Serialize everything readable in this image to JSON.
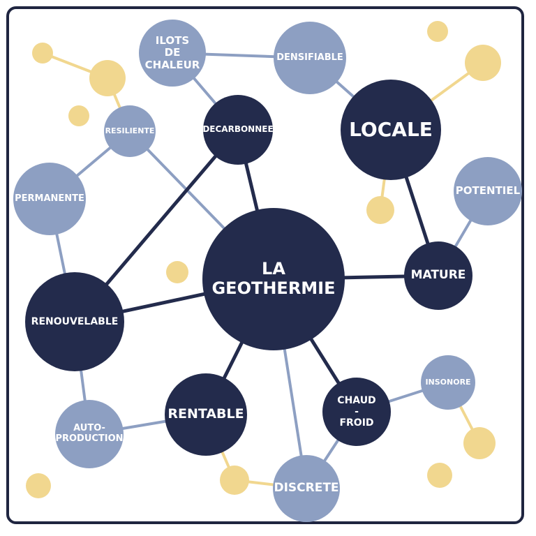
{
  "diagram": {
    "colors": {
      "dark": "#232b4c",
      "light": "#8d9fc2",
      "dot": "#f1d78f",
      "frame": "#1f2540"
    },
    "nodes": [
      {
        "id": "center",
        "label": "LA\nGEOTHERMIE",
        "tone": "dark"
      },
      {
        "id": "locale",
        "label": "LOCALE",
        "tone": "dark"
      },
      {
        "id": "decarbonnee",
        "label": "DECARBONNEE",
        "tone": "dark"
      },
      {
        "id": "renouvelable",
        "label": "RENOUVELABLE",
        "tone": "dark"
      },
      {
        "id": "mature",
        "label": "MATURE",
        "tone": "dark"
      },
      {
        "id": "rentable",
        "label": "RENTABLE",
        "tone": "dark"
      },
      {
        "id": "chaud-froid",
        "label": "CHAUD\n-\nFROID",
        "tone": "dark"
      },
      {
        "id": "ilots",
        "label": "ILOTS\nDE\nCHALEUR",
        "tone": "light"
      },
      {
        "id": "densifiable",
        "label": "DENSIFIABLE",
        "tone": "light"
      },
      {
        "id": "resiliente",
        "label": "RESILIENTE",
        "tone": "light"
      },
      {
        "id": "permanente",
        "label": "PERMANENTE",
        "tone": "light"
      },
      {
        "id": "potentiel",
        "label": "POTENTIEL",
        "tone": "light"
      },
      {
        "id": "insonore",
        "label": "INSONORE",
        "tone": "light"
      },
      {
        "id": "autoproduction",
        "label": "AUTO-\nPRODUCTION",
        "tone": "light"
      },
      {
        "id": "discrete",
        "label": "DISCRETE",
        "tone": "light"
      }
    ],
    "edges": [
      {
        "from": "center",
        "to": "decarbonnee",
        "tone": "dark"
      },
      {
        "from": "center",
        "to": "renouvelable",
        "tone": "dark"
      },
      {
        "from": "center",
        "to": "mature",
        "tone": "dark"
      },
      {
        "from": "center",
        "to": "rentable",
        "tone": "dark"
      },
      {
        "from": "center",
        "to": "chaud-froid",
        "tone": "dark"
      },
      {
        "from": "center",
        "to": "discrete",
        "tone": "light"
      },
      {
        "from": "center",
        "to": "resiliente",
        "tone": "light"
      },
      {
        "from": "decarbonnee",
        "to": "renouvelable",
        "tone": "dark"
      },
      {
        "from": "decarbonnee",
        "to": "ilots",
        "tone": "light"
      },
      {
        "from": "locale",
        "to": "mature",
        "tone": "dark"
      },
      {
        "from": "locale",
        "to": "densifiable",
        "tone": "light"
      },
      {
        "from": "ilots",
        "to": "densifiable",
        "tone": "light"
      },
      {
        "from": "mature",
        "to": "potentiel",
        "tone": "light"
      },
      {
        "from": "resiliente",
        "to": "permanente",
        "tone": "light"
      },
      {
        "from": "permanente",
        "to": "renouvelable",
        "tone": "light"
      },
      {
        "from": "renouvelable",
        "to": "autoproduction",
        "tone": "light"
      },
      {
        "from": "rentable",
        "to": "autoproduction",
        "tone": "light"
      },
      {
        "from": "chaud-froid",
        "to": "discrete",
        "tone": "light"
      },
      {
        "from": "chaud-froid",
        "to": "insonore",
        "tone": "light"
      },
      {
        "from": "resiliente",
        "to": "dot-resiliente",
        "tone": "dot"
      },
      {
        "from": "dot-resiliente",
        "to": "dot-topleft",
        "tone": "dot"
      },
      {
        "from": "locale",
        "to": "dot-topright",
        "tone": "dot"
      },
      {
        "from": "locale",
        "to": "dot-locale-below",
        "tone": "dot"
      },
      {
        "from": "insonore",
        "to": "dot-insonore",
        "tone": "dot"
      },
      {
        "from": "discrete",
        "to": "dot-discrete",
        "tone": "dot"
      },
      {
        "from": "dot-discrete",
        "to": "rentable",
        "tone": "dot"
      }
    ]
  }
}
